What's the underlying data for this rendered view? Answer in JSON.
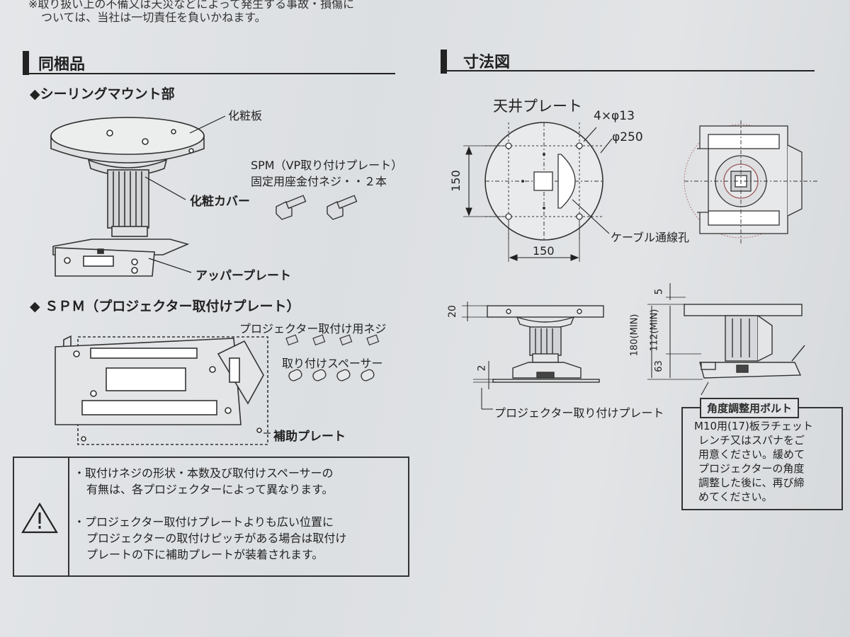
{
  "top_warning": {
    "line1": "※取り扱い上の不備又は天災などによって発生する事故・損傷に",
    "line2": "ついては、当社は一切責任を負いかねます。"
  },
  "contents_section": {
    "title": "同梱品",
    "ceiling_mount": {
      "heading": "◆シーリングマウント部",
      "label_cover_plate": "化粧板",
      "label_cover": "化粧カバー",
      "label_upper_plate": "アッパープレート"
    },
    "spm_screws": {
      "line1": "SPM（VP取り付けプレート）",
      "line2": "固定用座金付ネジ・・２本"
    },
    "spm": {
      "heading": "◆ ＳＰＭ（プロジェクター取付けプレート）",
      "label_screws": "プロジェクター取付け用ネジ",
      "label_spacers": "取り付けスペーサー",
      "label_aux_plate": "補助プレート"
    },
    "caution": {
      "icon": "warning-triangle-icon",
      "note1": [
        "・取付けネジの形状・本数及び取付けスペーサーの",
        "有無は、各プロジェクターによって異なります。"
      ],
      "note2": [
        "・プロジェクター取付けプレートよりも広い位置に",
        "プロジェクターの取付けピッチがある場合は取付け",
        "プレートの下に補助プレートが装着されます。"
      ]
    }
  },
  "dimension_section": {
    "title": "寸法図",
    "ceiling_plate_label": "天井プレート",
    "hole_spec": "4×φ13",
    "diameter": "φ250",
    "dim_vertical": "150",
    "dim_horizontal": "150",
    "cable_hole_label": "ケーブル通線孔",
    "side_dims": {
      "d20": "20",
      "d2": "2",
      "d5": "5",
      "d180": "180(MIN)",
      "d112": "112(MIN)",
      "d63": "63"
    },
    "projector_plate_label": "プロジェクター取り付けプレート",
    "angle_bolt": {
      "title": "角度調整用ボルト",
      "lines": [
        "M10用(17)板ラチェット",
        "レンチ又はスパナをご",
        "用意ください。緩めて",
        "プロジェクターの角度",
        "調整した後に、再び締",
        "めてください。"
      ]
    }
  }
}
